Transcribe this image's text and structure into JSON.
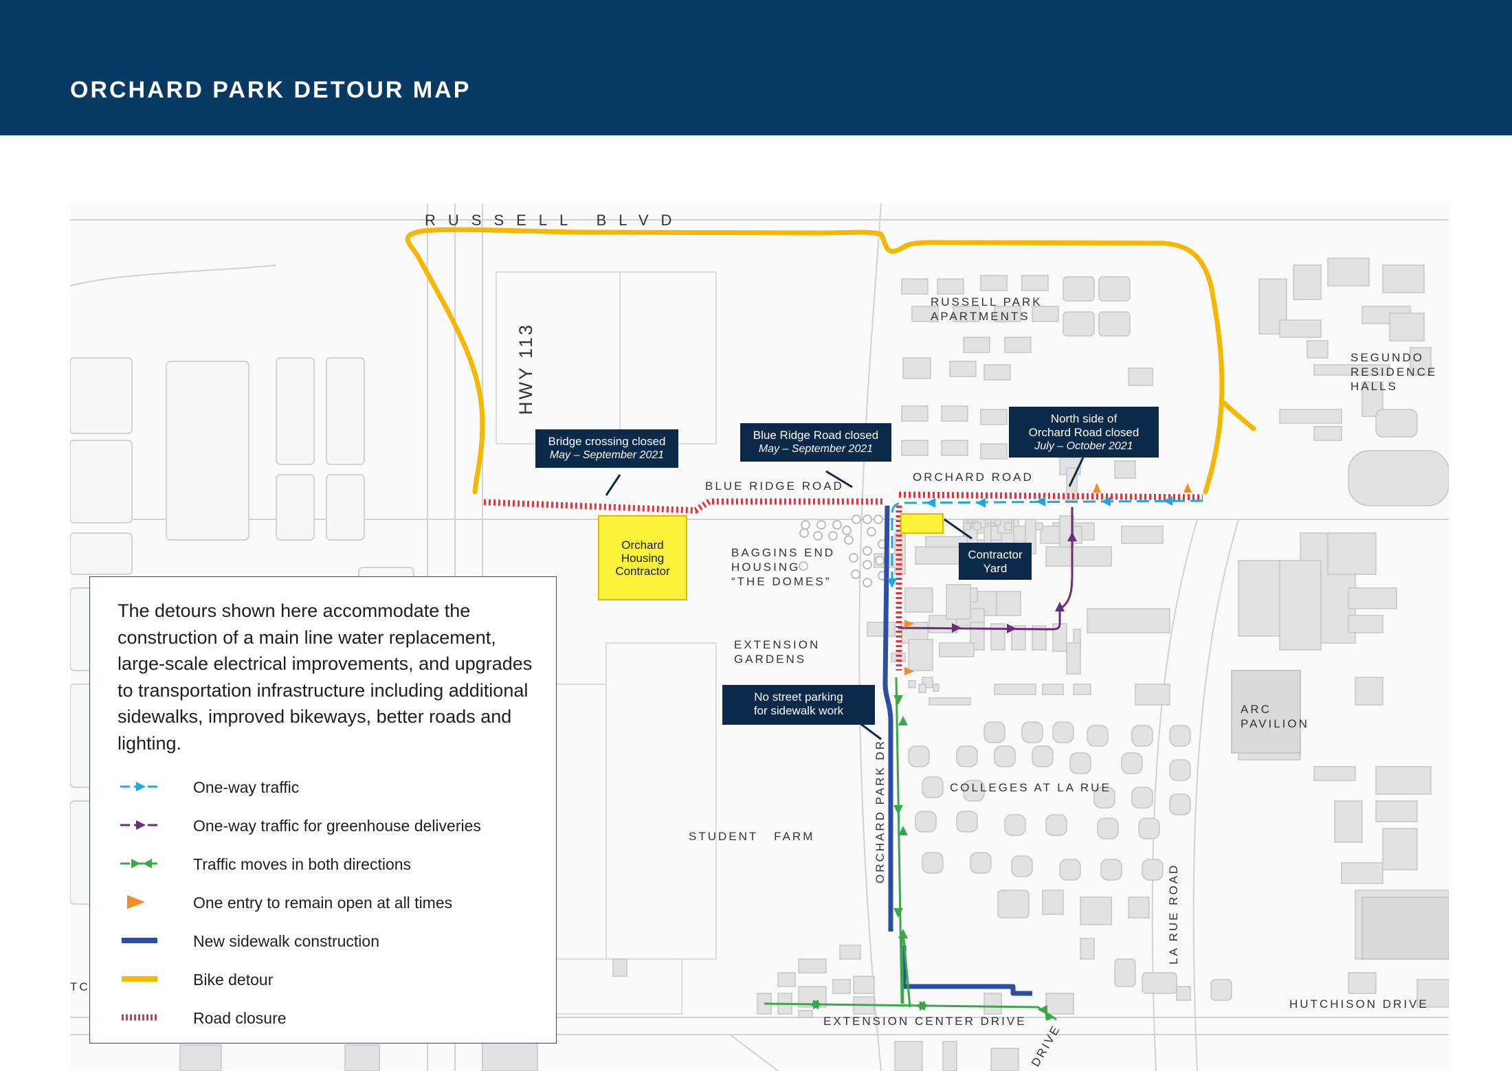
{
  "header": {
    "title": "ORCHARD PARK DETOUR MAP"
  },
  "map": {
    "street_labels": {
      "russell_blvd": "RUSSELL BLVD",
      "hwy_113": "HWY 113",
      "blue_ridge_road": "BLUE RIDGE ROAD",
      "orchard_road": "ORCHARD ROAD",
      "orchard_park_dr": "ORCHARD PARK DR",
      "la_rue_road": "LA RUE ROAD",
      "extension_center_drive": "EXTENSION CENTER DRIVE",
      "hutchison_drive": "HUTCHISON DRIVE",
      "drive_fragment": "DRIVE",
      "edge_fragment": "TC"
    },
    "place_labels": {
      "russell_park": [
        "RUSSELL PARK",
        "APARTMENTS"
      ],
      "segundo": [
        "SEGUNDO",
        "RESIDENCE",
        "HALLS"
      ],
      "baggins": [
        "BAGGINS END",
        "HOUSING",
        "“THE DOMES”"
      ],
      "extension_gardens": [
        "EXTENSION",
        "GARDENS"
      ],
      "arc_pavilion": [
        "ARC",
        "PAVILION"
      ],
      "colleges": "COLLEGES AT LA RUE",
      "student_farm": "STUDENT   FARM"
    },
    "callouts": {
      "bridge": {
        "title": "Bridge crossing closed",
        "dates": "May – September 2021"
      },
      "blue_ridge": {
        "title": "Blue Ridge Road closed",
        "dates": "May – September 2021"
      },
      "orchard_north": {
        "line1": "North side of",
        "line2": "Orchard Road closed",
        "dates": "July – October 2021"
      },
      "contractor_yard": {
        "line1": "Contractor",
        "line2": "Yard"
      },
      "no_parking": {
        "line1": "No street parking",
        "line2": "for sidewalk work"
      }
    },
    "orchard_housing_box": [
      "Orchard",
      "Housing",
      "Contractor"
    ]
  },
  "legend": {
    "intro": "The detours shown here accommodate the construction of a main line water replacement, large-scale electrical improvements, and upgrades to transportation infrastructure including additional sidewalks, improved bikeways, better roads and lighting.",
    "items": [
      {
        "label": "One-way traffic",
        "icon": "one-way-arrow-icon",
        "color": "#1fa8de"
      },
      {
        "label": "One-way traffic for greenhouse deliveries",
        "icon": "one-way-arrow-icon",
        "color": "#6b2d78"
      },
      {
        "label": "Traffic moves in both directions",
        "icon": "two-way-arrow-icon",
        "color": "#3aa84a"
      },
      {
        "label": "One entry to remain open at all times",
        "icon": "triangle-icon",
        "color": "#f08c2a"
      },
      {
        "label": "New sidewalk construction",
        "icon": "solid-line-icon",
        "color": "#2b4fa3"
      },
      {
        "label": "Bike detour",
        "icon": "solid-line-icon",
        "color": "#f5b700"
      },
      {
        "label": "Road closure",
        "icon": "dashed-line-icon",
        "color": "#e8303a"
      }
    ]
  },
  "colors": {
    "header_bg": "#063a63",
    "callout_bg": "#0b2a4a",
    "bike": "#f5b700",
    "closure": "#e8303a",
    "sidewalk": "#2b4fa3",
    "oneway": "#1fa8de",
    "greenhouse": "#6b2d78",
    "twoway": "#3aa84a",
    "entry": "#f08c2a",
    "yellow_box": "#fdf23a"
  }
}
